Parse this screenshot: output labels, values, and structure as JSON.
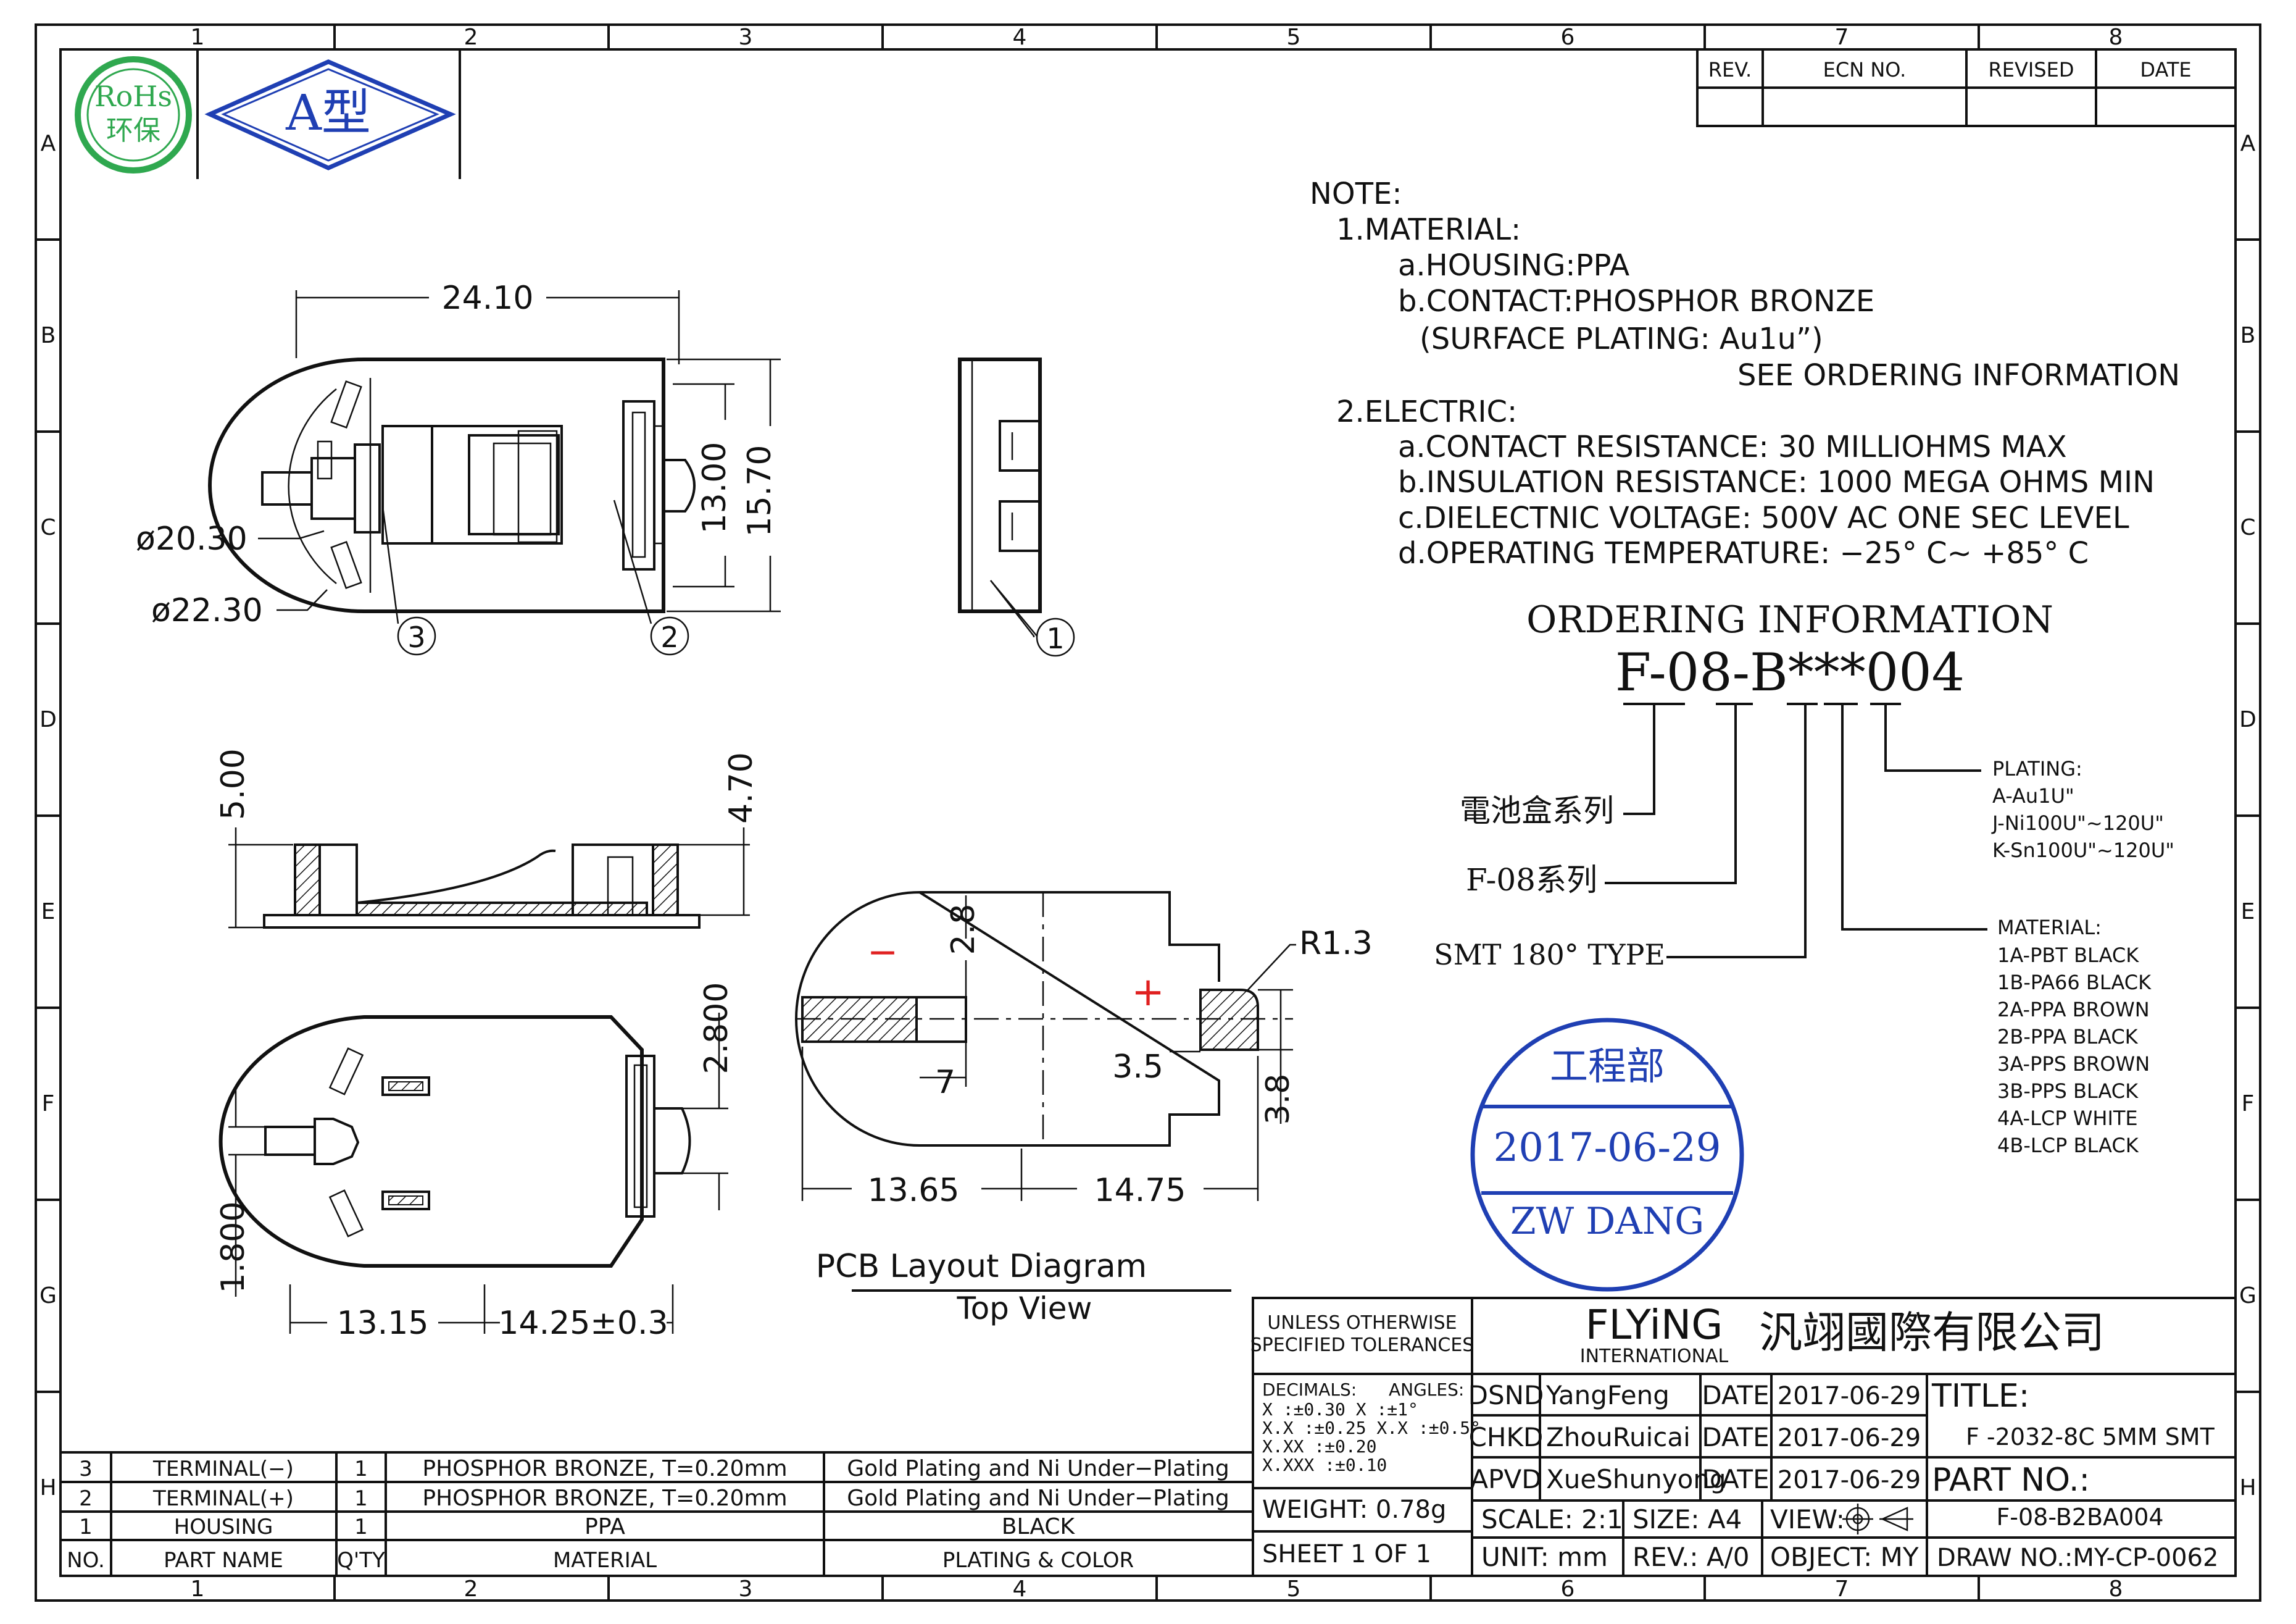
{
  "colors": {
    "ink": "#111111",
    "stamp_blue": "#1f3fb3",
    "rohs_green": "#2fa84f",
    "marker_red": "#e02020",
    "logo_blue": "#1f3fb3"
  },
  "border": {
    "columns": [
      "1",
      "2",
      "3",
      "4",
      "5",
      "6",
      "7",
      "8"
    ],
    "rows": [
      "A",
      "B",
      "C",
      "D",
      "E",
      "F",
      "G",
      "H"
    ]
  },
  "logos": {
    "rohs_line1": "RoHs",
    "rohs_line2": "环保",
    "type_badge": "A型"
  },
  "revision_table": {
    "headers": [
      "REV.",
      "ECN NO.",
      "REVISED",
      "DATE"
    ]
  },
  "notes": {
    "heading": "NOTE:",
    "lines": [
      "1.MATERIAL:",
      "a.HOUSING:PPA",
      "b.CONTACT:PHOSPHOR  BRONZE",
      "(SURFACE  PLATING:  Au1u”)",
      "SEE  ORDERING  INFORMATION",
      "2.ELECTRIC:",
      "a.CONTACT  RESISTANCE:  30  MILLIOHMS  MAX",
      "b.INSULATION  RESISTANCE:  1000  MEGA  OHMS  MIN",
      "c.DIELECTNIC  VOLTAGE:  500V  AC  ONE  SEC  LEVEL",
      "d.OPERATING  TEMPERATURE:  −25° C~  +85° C"
    ]
  },
  "ordering": {
    "title": "ORDERING  INFORMATION",
    "code": "F-08-B***004",
    "label_series": "電池盒系列",
    "label_f08": "F-08系列",
    "label_smt": "SMT  180°  TYPE",
    "plating_title": "PLATING:",
    "plating": [
      "A-Au1U\"",
      "J-Ni100U\"~120U\"",
      "K-Sn100U\"~120U\""
    ],
    "material_title": "MATERIAL:",
    "materials": [
      "1A-PBT  BLACK",
      "1B-PA66  BLACK",
      "2A-PPA  BROWN",
      "2B-PPA  BLACK",
      "3A-PPS  BROWN",
      "3B-PPS  BLACK",
      "4A-LCP  WHITE",
      "4B-LCP  BLACK"
    ]
  },
  "stamp": {
    "dept": "工程部",
    "date": "2017-06-29",
    "name": "ZW  DANG"
  },
  "dimensions": {
    "top_width": "24.10",
    "d_inner": "ø20.30",
    "d_outer": "ø22.30",
    "h_inner": "13.00",
    "h_outer": "15.70",
    "side_left": "5.00",
    "side_right": "4.70",
    "bot_28": "2.800",
    "bot_18": "1.800",
    "bot_l": "13.15",
    "bot_r": "14.25±0.3",
    "pcb_28": "2.8",
    "pcb_7": "7",
    "pcb_35": "3.5",
    "pcb_38": "3.8",
    "pcb_r": "R1.3",
    "pcb_l": "13.65",
    "pcb_r2": "14.75",
    "callout_1": "1",
    "callout_2": "2",
    "callout_3": "3",
    "minus": "−",
    "plus": "+"
  },
  "pcb_caption": {
    "line1": "PCB  Layout  Diagram",
    "line2": "Top  View"
  },
  "title_block": {
    "tol_title1": "UNLESS  OTHERWISE",
    "tol_title2": "SPECIFIED  TOLERANCES",
    "tol_decimals": "DECIMALS:",
    "tol_angles": "ANGLES:",
    "tol_rows": [
      "X        :±0.30  X   :±1°",
      "X.X      :±0.25  X.X :±0.5°",
      "X.XX     :±0.20",
      "X.XXX   :±0.10"
    ],
    "weight": "WEIGHT:  0.78g",
    "sheet": "SHEET  1  OF  1",
    "company_en": "FLYiNG",
    "company_sub": "INTERNATIONAL",
    "company_cn": "汎翊國際有限公司",
    "people": [
      {
        "role": "DSND",
        "name": "YangFeng",
        "label": "DATE",
        "date": "2017-06-29"
      },
      {
        "role": "CHKD",
        "name": "ZhouRuicai",
        "label": "DATE",
        "date": "2017-06-29"
      },
      {
        "role": "APVD",
        "name": "XueShunyong",
        "label": "DATE",
        "date": "2017-06-29"
      }
    ],
    "title_label": "TITLE:",
    "title_value": "F -2032-8C  5MM  SMT",
    "part_label": "PART  NO.:",
    "part_value": "F-08-B2BA004",
    "scale": "SCALE:  2:1",
    "size": "SIZE:  A4",
    "view": "VIEW:",
    "unit": "UNIT:  mm",
    "rev": "REV.:  A/0",
    "object": "OBJECT:  MY",
    "drawno": "DRAW  NO.:MY-CP-0062"
  },
  "bom": {
    "headers": [
      "NO.",
      "PART NAME",
      "Q'TY",
      "MATERIAL",
      "PLATING  &  COLOR"
    ],
    "rows": [
      [
        "3",
        "TERMINAL(−)",
        "1",
        "PHOSPHOR  BRONZE,  T=0.20mm",
        "Gold  Plating  and  Ni  Under−Plating"
      ],
      [
        "2",
        "TERMINAL(+)",
        "1",
        "PHOSPHOR  BRONZE,  T=0.20mm",
        "Gold  Plating  and  Ni  Under−Plating"
      ],
      [
        "1",
        "HOUSING",
        "1",
        "PPA",
        "BLACK"
      ]
    ]
  }
}
